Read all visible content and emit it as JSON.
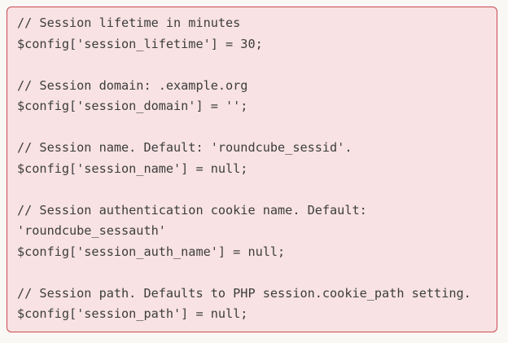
{
  "page": {
    "background_color": "#f9f8f5"
  },
  "code_block": {
    "language": "php",
    "background_color": "#f8e2e3",
    "border_color": "#ca4a4e",
    "text_color": "#3d3d3d",
    "lines": [
      "// Session lifetime in minutes",
      "$config['session_lifetime'] = 30;",
      "",
      "// Session domain: .example.org",
      "$config['session_domain'] = '';",
      "",
      "// Session name. Default: 'roundcube_sessid'.",
      "$config['session_name'] = null;",
      "",
      "// Session authentication cookie name. Default: 'roundcube_sessauth'",
      "$config['session_auth_name'] = null;",
      "",
      "// Session path. Defaults to PHP session.cookie_path setting.",
      "$config['session_path'] = null;"
    ]
  }
}
